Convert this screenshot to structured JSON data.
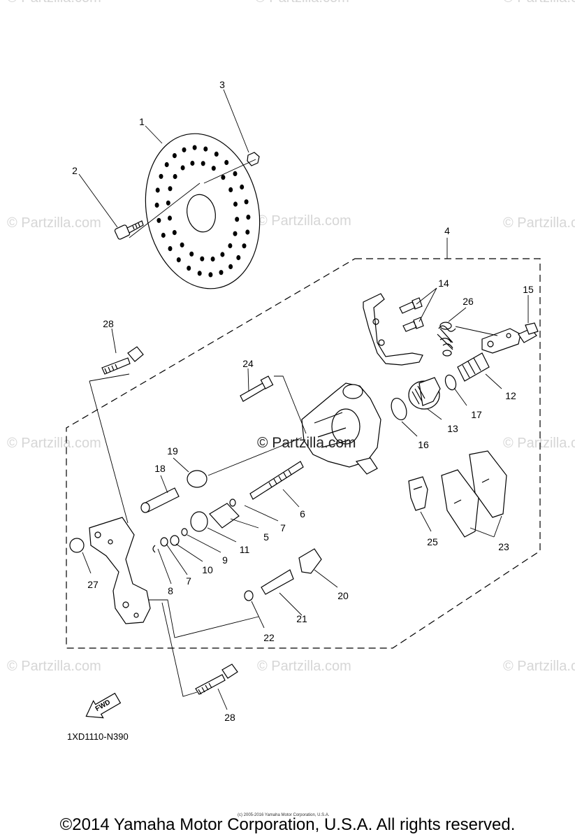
{
  "watermark": "© Partzilla.com",
  "diagram_code": "1XD1110-N390",
  "fwd_label": "FWD",
  "copyright": "©2014 Yamaha Motor Corporation, U.S.A. All rights reserved.",
  "tiny_note": "(c) 2005-2016 Yamaha Motor Corporation, U.S.A.",
  "callouts": {
    "c1": "1",
    "c2": "2",
    "c3": "3",
    "c4": "4",
    "c5": "5",
    "c6": "6",
    "c7a": "7",
    "c7b": "7",
    "c8": "8",
    "c9": "9",
    "c10": "10",
    "c11": "11",
    "c12": "12",
    "c13": "13",
    "c14": "14",
    "c15": "15",
    "c16": "16",
    "c17": "17",
    "c18": "18",
    "c19": "19",
    "c20": "20",
    "c21": "21",
    "c22": "22",
    "c23": "23",
    "c24": "24",
    "c25": "25",
    "c26": "26",
    "c27": "27",
    "c28a": "28",
    "c28b": "28"
  }
}
